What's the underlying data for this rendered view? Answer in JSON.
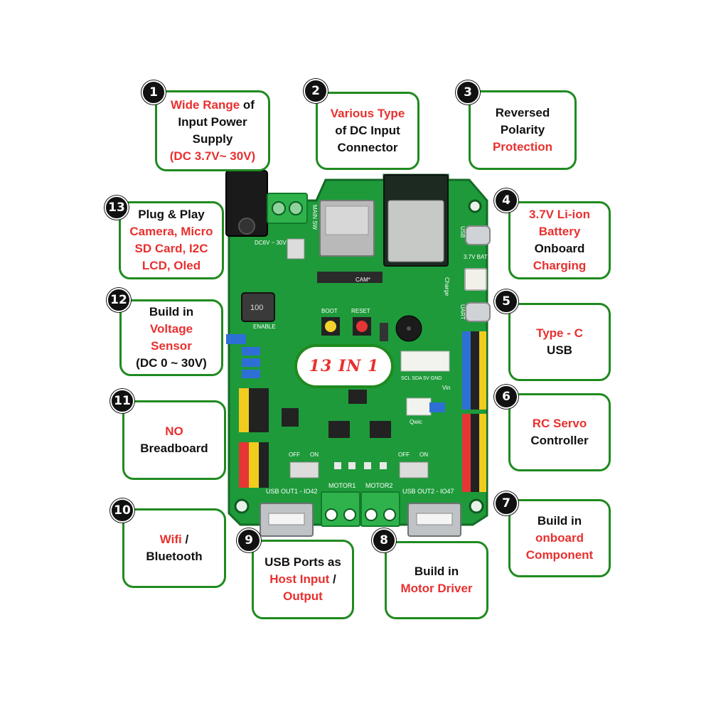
{
  "center_label": "13 IN 1",
  "colors": {
    "accent": "#e8302f",
    "card_border": "#1f8a1f",
    "pcb": "#1e9a3a",
    "text": "#111111"
  },
  "features": [
    {
      "number": "1",
      "lines": [
        [
          {
            "text": "Wide Range",
            "red": true
          },
          {
            "text": " of",
            "red": false
          }
        ],
        [
          {
            "text": "Input Power",
            "red": false
          }
        ],
        [
          {
            "text": "Supply",
            "red": false
          }
        ],
        [
          {
            "text": "(DC 3.7V~ 30V)",
            "red": true
          }
        ]
      ]
    },
    {
      "number": "2",
      "lines": [
        [
          {
            "text": "Various Type",
            "red": true
          }
        ],
        [
          {
            "text": "of DC Input",
            "red": false
          }
        ],
        [
          {
            "text": "Connector",
            "red": false
          }
        ]
      ]
    },
    {
      "number": "3",
      "lines": [
        [
          {
            "text": "Reversed",
            "red": false
          }
        ],
        [
          {
            "text": "Polarity",
            "red": false
          }
        ],
        [
          {
            "text": "Protection",
            "red": true
          }
        ]
      ]
    },
    {
      "number": "4",
      "lines": [
        [
          {
            "text": "3.7V Li-ion",
            "red": true
          }
        ],
        [
          {
            "text": "Battery",
            "red": true
          }
        ],
        [
          {
            "text": "Onboard",
            "red": false
          }
        ],
        [
          {
            "text": "Charging",
            "red": true
          }
        ]
      ]
    },
    {
      "number": "5",
      "lines": [
        [
          {
            "text": "Type - C",
            "red": true
          }
        ],
        [
          {
            "text": "USB",
            "red": false
          }
        ]
      ]
    },
    {
      "number": "6",
      "lines": [
        [
          {
            "text": "RC Servo",
            "red": true
          }
        ],
        [
          {
            "text": "Controller",
            "red": false
          }
        ]
      ]
    },
    {
      "number": "7",
      "lines": [
        [
          {
            "text": "Build in",
            "red": false
          }
        ],
        [
          {
            "text": "onboard",
            "red": true
          }
        ],
        [
          {
            "text": "Component",
            "red": true
          }
        ]
      ]
    },
    {
      "number": "8",
      "lines": [
        [
          {
            "text": "Build in",
            "red": false
          }
        ],
        [
          {
            "text": "Motor Driver",
            "red": true
          }
        ]
      ]
    },
    {
      "number": "9",
      "lines": [
        [
          {
            "text": "USB Ports as",
            "red": false
          }
        ],
        [
          {
            "text": "Host Input",
            "red": true
          },
          {
            "text": " /",
            "red": false
          }
        ],
        [
          {
            "text": "Output",
            "red": true
          }
        ]
      ]
    },
    {
      "number": "10",
      "lines": [
        [
          {
            "text": "Wifi",
            "red": true
          },
          {
            "text": " /",
            "red": false
          }
        ],
        [
          {
            "text": "Bluetooth",
            "red": false
          }
        ]
      ]
    },
    {
      "number": "11",
      "lines": [
        [
          {
            "text": "NO",
            "red": true
          }
        ],
        [
          {
            "text": "Breadboard",
            "red": false
          }
        ]
      ]
    },
    {
      "number": "12",
      "lines": [
        [
          {
            "text": "Build in",
            "red": false
          }
        ],
        [
          {
            "text": "Voltage",
            "red": true
          }
        ],
        [
          {
            "text": "Sensor",
            "red": true
          }
        ],
        [
          {
            "text": "(DC 0 ~ 30V)",
            "red": false
          }
        ]
      ]
    },
    {
      "number": "13",
      "lines": [
        [
          {
            "text": "Plug & Play",
            "red": false
          }
        ],
        [
          {
            "text": "Camera, Micro",
            "red": true
          }
        ],
        [
          {
            "text": "SD Card, I2C",
            "red": true
          }
        ],
        [
          {
            "text": "LCD, Oled",
            "red": true
          }
        ]
      ]
    }
  ],
  "board_labels": {
    "dc_in": "DC6V ~ 30V",
    "main_sw": "MAIN SW",
    "cam": "CAM*",
    "usb": "USB",
    "bat": "3.7V BAT",
    "charge": "Charge",
    "uart": "UART",
    "boot": "BOOT",
    "reset": "RESET",
    "enable": "ENABLE",
    "inductor": "100",
    "i2c": "SCL SDA 5V GND",
    "vin": "Vin",
    "qwic": "Qwic",
    "motor1": "MOTOR1",
    "motor2": "MOTOR2",
    "usb_out1": "USB OUT1 - IO42",
    "usb_out2": "USB OUT2 - IO47",
    "off1": "OFF",
    "on1": "ON",
    "off2": "OFF",
    "on2": "ON"
  }
}
